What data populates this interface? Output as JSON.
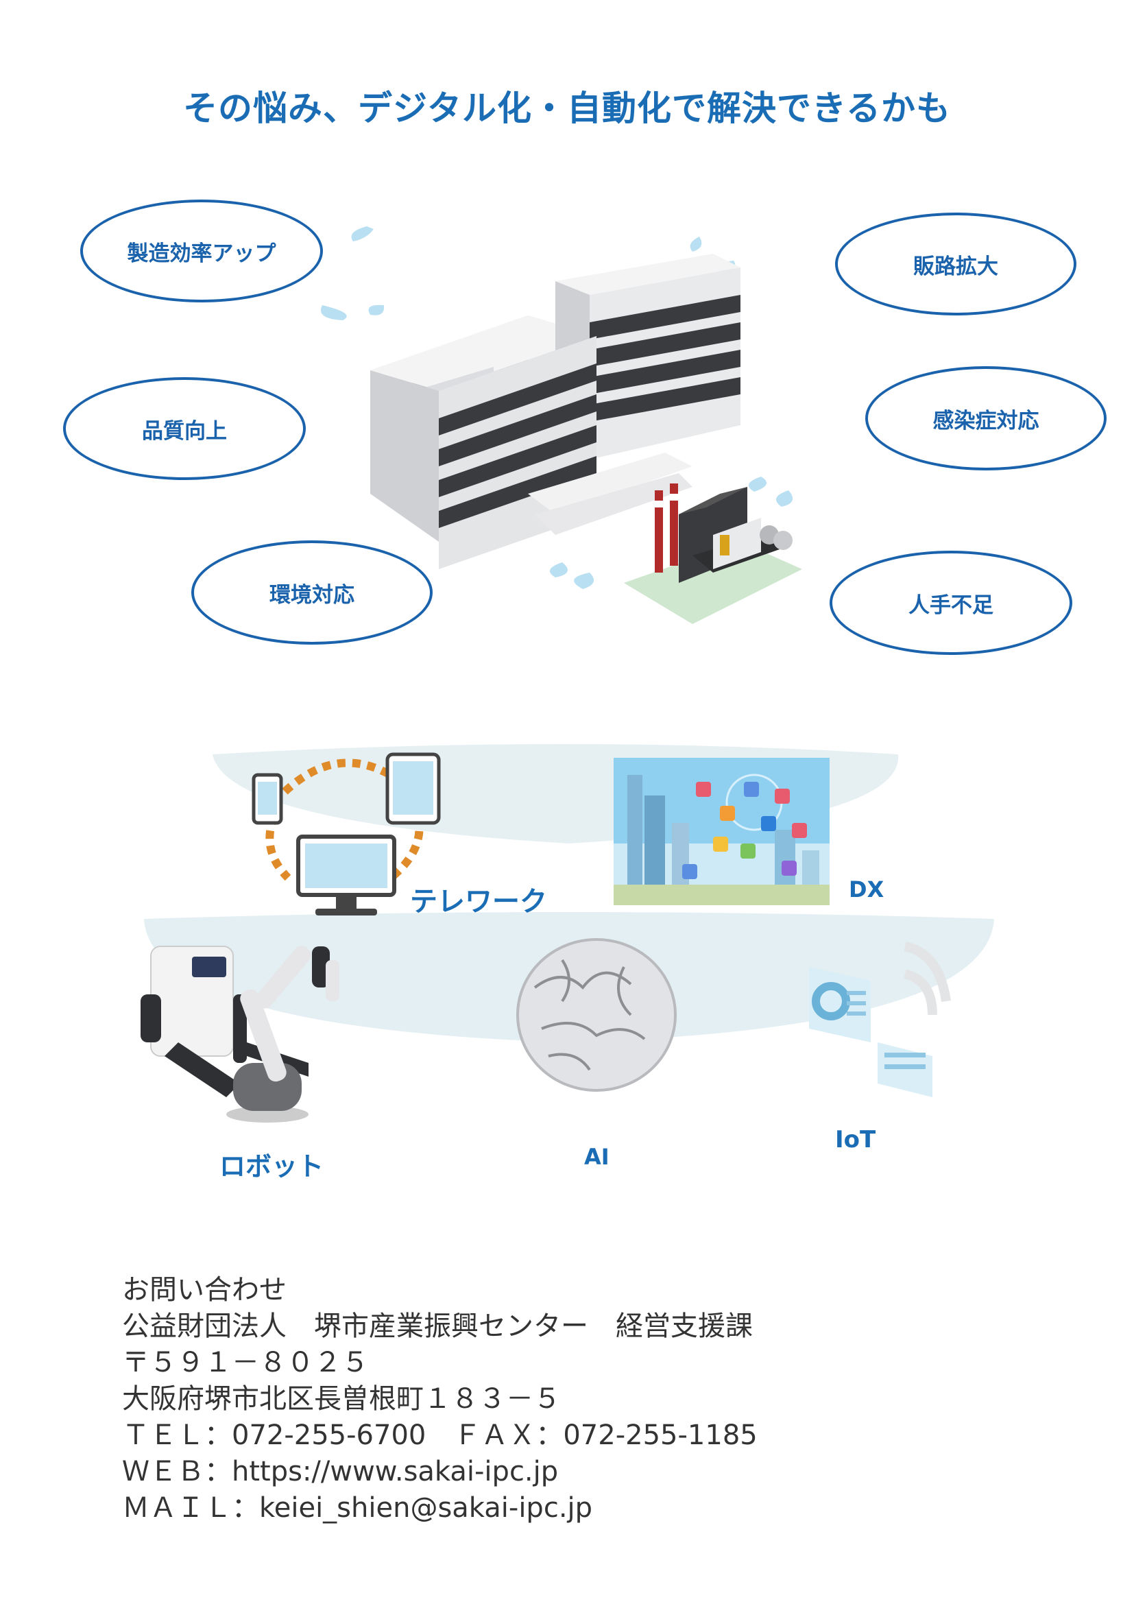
{
  "headline": "その悩み、デジタル化・自動化で解決できるかも",
  "issues": [
    {
      "label": "製造効率アップ"
    },
    {
      "label": "販路拡大"
    },
    {
      "label": "品質向上"
    },
    {
      "label": "感染症対応"
    },
    {
      "label": "環境対応"
    },
    {
      "label": "人手不足"
    }
  ],
  "technologies": {
    "telework": "テレワーク",
    "dx": "DX",
    "robot": "ロボット",
    "ai": "AI",
    "iot": "IoT"
  },
  "contact": {
    "heading": "お問い合わせ",
    "organization": "公益財団法人　堺市産業振興センター　経営支援課",
    "postal": "〒５９１－８０２５",
    "address": "大阪府堺市北区長曽根町１８３－５",
    "tel_fax": "ＴＥＬ：072-255-6700　ＦＡＸ：072-255-1185",
    "web": "ＷＥＢ：https://www.sakai-ipc.jp",
    "mail": "ＭＡＩＬ：keiei_shien@sakai-ipc.jp"
  },
  "colors": {
    "accent": "#1a6db5",
    "bubble_border": "#1a63ac",
    "text": "#333333"
  }
}
